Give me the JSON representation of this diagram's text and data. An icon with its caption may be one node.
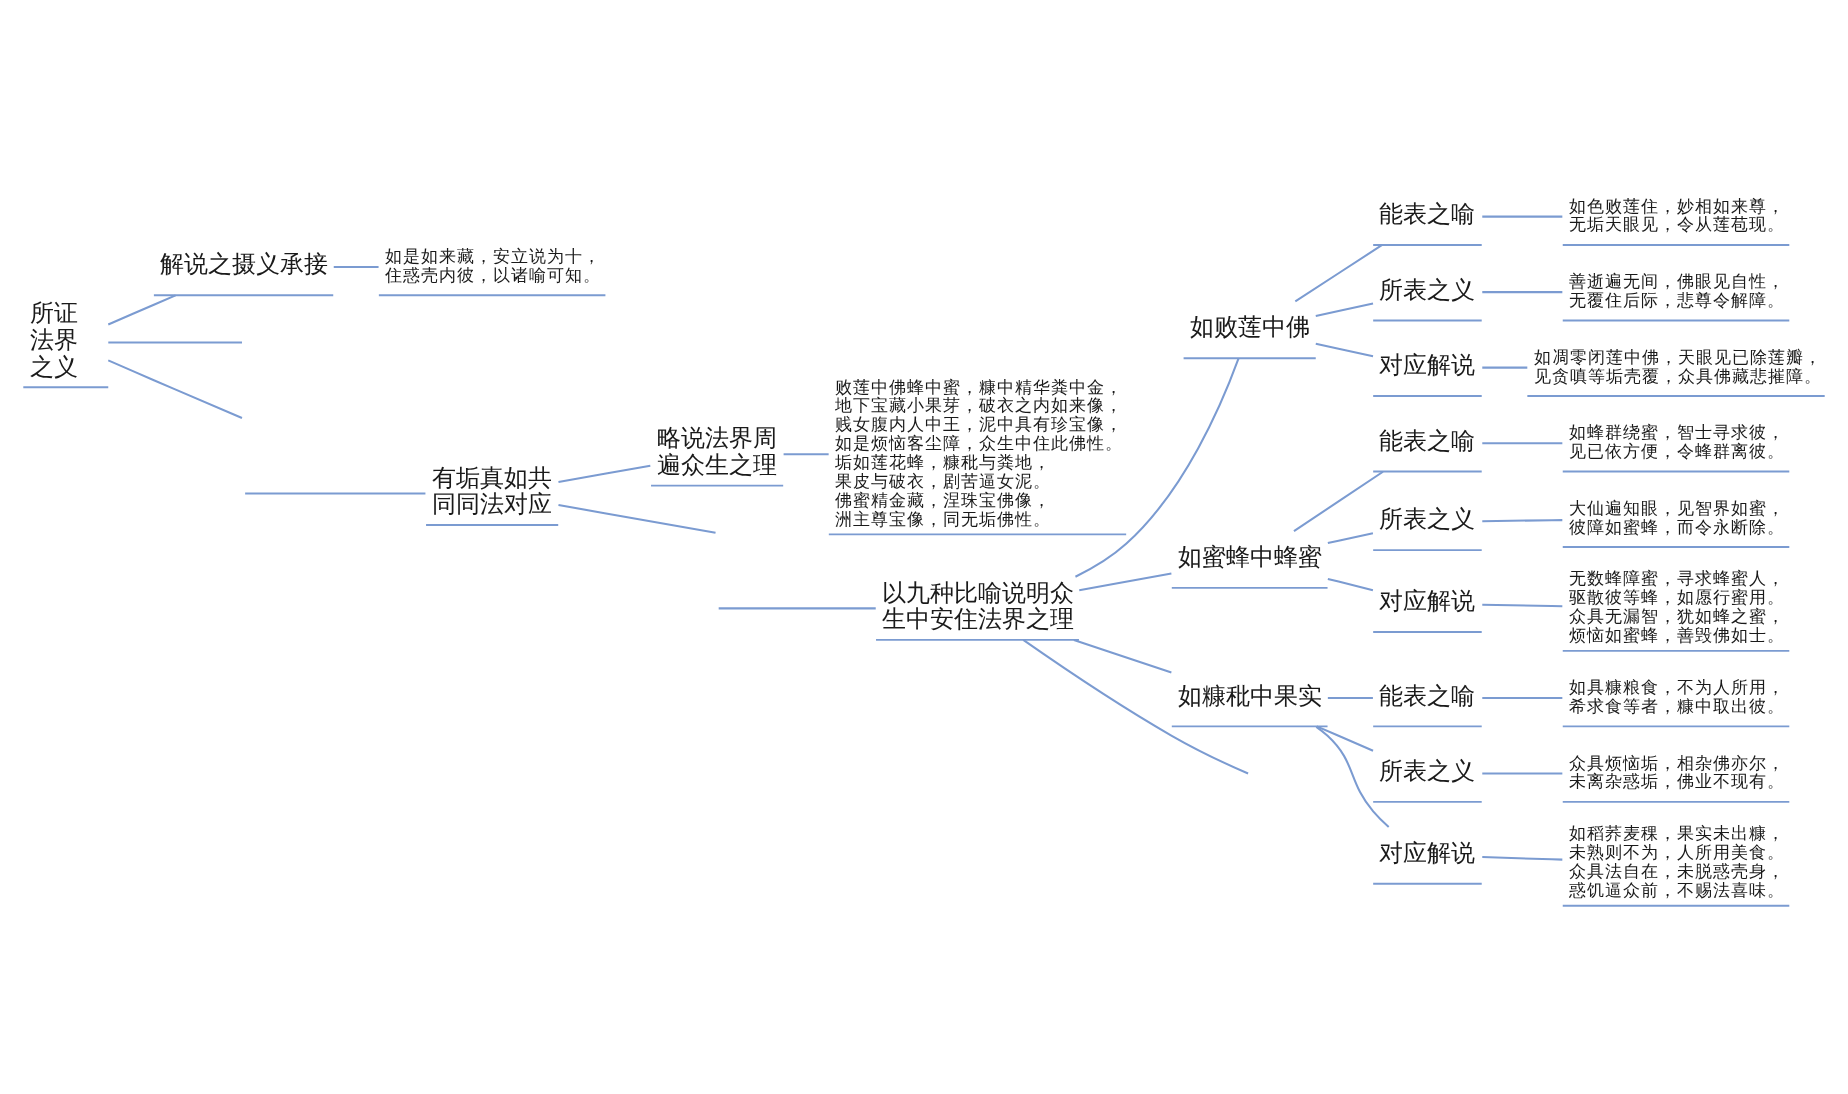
{
  "diagram": {
    "nodes": [
      {
        "text": [
          "所证法界之义"
        ]
      },
      {
        "text": [
          "解说之摄义承接"
        ]
      },
      {
        "text": [
          "如是如来藏，安立说为十，住惑壳内彼，以诸喻可知。"
        ]
      },
      {
        "text": [
          "有垢真如共同同法对应"
        ]
      },
      {
        "text": [
          "略说法界周遍众生之理"
        ]
      },
      {
        "text": [
          "败莲中佛蜂中蜜，糠中精华粪中金，地下宝藏小果芽，破衣之内如来像，贱女腹内人中王，泥中具有珍宝像，如是烦恼客尘障，众生中住此佛性。垢如莲花蜂，糠秕与粪地，果皮与破衣，剧苦逼女泥。佛蜜精金藏，涅珠宝佛像，洲主尊宝像，同无垢佛性。"
        ]
      },
      {
        "text": [
          "以九种比喻说明众生中安住法界之理"
        ]
      },
      {
        "text": [
          "如败莲中佛"
        ]
      },
      {
        "text": [
          "能表之喻"
        ]
      },
      {
        "text": [
          "如色败莲住，妙相如来尊，无垢天眼见，令从莲苞现。"
        ]
      },
      {
        "text": [
          "所表之义"
        ]
      },
      {
        "text": [
          "善逝遍无间，佛眼见自性，无覆住后际，悲尊令解障。"
        ]
      },
      {
        "text": [
          "对应解说"
        ]
      },
      {
        "text": [
          "如凋零闭莲中佛，天眼见已除莲瓣，见贪嗔等垢壳覆，众具佛藏悲摧障。"
        ]
      },
      {
        "text": [
          "如蜜蜂中蜂蜜"
        ]
      },
      {
        "text": [
          "能表之喻"
        ]
      },
      {
        "text": [
          "如蜂群绕蜜，智士寻求彼，见已依方便，令蜂群离彼。"
        ]
      },
      {
        "text": [
          "所表之义"
        ]
      },
      {
        "text": [
          "大仙遍知眼，见智界如蜜，彼障如蜜蜂，而令永断除。"
        ]
      },
      {
        "text": [
          "对应解说"
        ]
      },
      {
        "text": [
          "无数蜂障蜜，寻求蜂蜜人，驱散彼等蜂，如愿行蜜用。众具无漏智，犹如蜂之蜜，烦恼如蜜蜂，善毁佛如士。"
        ]
      },
      {
        "text": [
          "如糠秕中果实"
        ]
      },
      {
        "text": [
          "能表之喻"
        ]
      },
      {
        "text": [
          "如具糠粮食，不为人所用，希求食等者，糠中取出彼。"
        ]
      },
      {
        "text": [
          "所表之义"
        ]
      },
      {
        "text": [
          "众具烦恼垢，相杂佛亦尔，未离杂惑垢，佛业不现有。"
        ]
      },
      {
        "text": [
          "对应解说"
        ]
      },
      {
        "text": [
          "如稻荞麦稞，果实未出糠，未熟则不为，人所用美食。众具法自在，未脱惑壳身，惑饥逼众前，不赐法喜味。"
        ]
      }
    ],
    "edges": [
      {
        "from": 0,
        "to": null,
        "arrow": "none"
      },
      {
        "from": 0,
        "to": 1,
        "arrow": "none"
      },
      {
        "from": 1,
        "to": 2,
        "arrow": "none"
      },
      {
        "from": 0,
        "to": null,
        "arrow": "none"
      },
      {
        "from": null,
        "to": 3,
        "arrow": "none"
      },
      {
        "from": 3,
        "to": 4,
        "arrow": "none"
      },
      {
        "from": 4,
        "to": 5,
        "arrow": "none"
      },
      {
        "from": 3,
        "to": null,
        "arrow": "none"
      },
      {
        "from": null,
        "to": 6,
        "arrow": "none"
      },
      {
        "from": 6,
        "to": 7,
        "arrow": "none"
      },
      {
        "from": 7,
        "to": 8,
        "arrow": "none"
      },
      {
        "from": 8,
        "to": 9,
        "arrow": "none"
      },
      {
        "from": 7,
        "to": 10,
        "arrow": "none"
      },
      {
        "from": 10,
        "to": 11,
        "arrow": "none"
      },
      {
        "from": 7,
        "to": 12,
        "arrow": "none"
      },
      {
        "from": 12,
        "to": 13,
        "arrow": "none"
      },
      {
        "from": 6,
        "to": 14,
        "arrow": "none"
      },
      {
        "from": 14,
        "to": 15,
        "arrow": "none"
      },
      {
        "from": 15,
        "to": 16,
        "arrow": "none"
      },
      {
        "from": 14,
        "to": 17,
        "arrow": "none"
      },
      {
        "from": 17,
        "to": 18,
        "arrow": "none"
      },
      {
        "from": 14,
        "to": 19,
        "arrow": "none"
      },
      {
        "from": 19,
        "to": 20,
        "arrow": "none"
      },
      {
        "from": 6,
        "to": 21,
        "arrow": "none"
      },
      {
        "from": 21,
        "to": 22,
        "arrow": "none"
      },
      {
        "from": 22,
        "to": 23,
        "arrow": "none"
      },
      {
        "from": 21,
        "to": 24,
        "arrow": "none"
      },
      {
        "from": 24,
        "to": 25,
        "arrow": "none"
      },
      {
        "from": 21,
        "to": 26,
        "arrow": "none"
      },
      {
        "from": 26,
        "to": 27,
        "arrow": "none"
      },
      {
        "from": 6,
        "to": null,
        "arrow": "none"
      }
    ]
  }
}
